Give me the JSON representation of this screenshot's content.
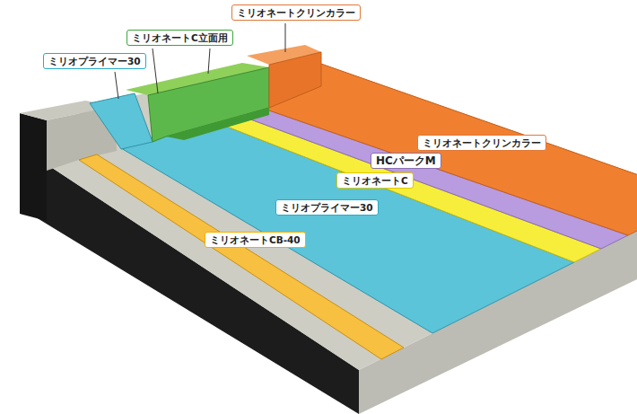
{
  "diagram": {
    "nodes": [
      {
        "text": [
          "ミリオネートクリンカラー"
        ]
      },
      {
        "text": [
          "ミリオネートC立面用"
        ]
      },
      {
        "text": [
          "ミリオプライマー30"
        ]
      },
      {
        "text": [
          "ミリオネートクリンカラー"
        ]
      },
      {
        "text": [
          "HCパークM"
        ]
      },
      {
        "text": [
          "ミリオネートC"
        ]
      },
      {
        "text": [
          "ミリオプライマー30"
        ]
      },
      {
        "text": [
          "ミリオネートCB-40"
        ]
      }
    ]
  }
}
